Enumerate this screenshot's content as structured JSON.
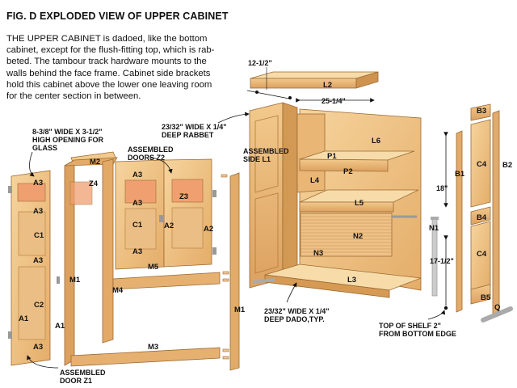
{
  "figure": {
    "title": "FIG. D  EXPLODED VIEW OF UPPER CABINET",
    "intro_lines": [
      "THE UPPER CABINET is dadoed, like the bottom",
      "cabinet, except for the flush-fitting top, which is rab-",
      "beted. The tambour track hardware mounts to the",
      "walls behind the face frame. Cabinet side brackets",
      "hold this cabinet above the lower one leaving room",
      "for the center section in between."
    ]
  },
  "callouts": {
    "glass_opening": [
      "8-3/8\" WIDE X 3-1/2\"",
      "HIGH OPENING FOR",
      "GLASS"
    ],
    "assembled_doors_z2": [
      "ASSEMBLED",
      "DOORS Z2"
    ],
    "rabbet": [
      "23/32\" WIDE X 1/4\"",
      "DEEP RABBET"
    ],
    "assembled_side": [
      "ASSEMBLED",
      "SIDE L1"
    ],
    "dado": [
      "23/32\" WIDE X 1/4\"",
      "DEEP DADO,TYP."
    ],
    "top_of_shelf": [
      "TOP OF SHELF 2\"",
      "FROM BOTTOM EDGE"
    ],
    "assembled_door_z1": [
      "ASSEMBLED",
      "DOOR Z1"
    ]
  },
  "dimensions": {
    "top_depth": "12-1/2\"",
    "top_span": "25-1/4\"",
    "upper_height": "18\"",
    "lower_height": "17-1/2\""
  },
  "parts": {
    "L2": "L2",
    "L6": "L6",
    "P1": "P1",
    "P2": "P2",
    "L4": "L4",
    "L5": "L5",
    "N1": "N1",
    "N2": "N2",
    "N3": "N3",
    "L3": "L3",
    "B1": "B1",
    "B2": "B2",
    "B3": "B3",
    "B4": "B4",
    "B5": "B5",
    "C4": "C4",
    "Q": "Q",
    "M1": "M1",
    "M2": "M2",
    "M3": "M3",
    "M4": "M4",
    "M5": "M5",
    "A1": "A1",
    "A2": "A2",
    "A3": "A3",
    "C1": "C1",
    "C2": "C2",
    "Z3": "Z3",
    "Z4": "Z4"
  },
  "colors": {
    "wood_light": "#f2c98c",
    "wood_mid": "#e7b170",
    "wood_dark": "#cf9350",
    "wood_edge": "#9b6a32",
    "line": "#111111"
  }
}
